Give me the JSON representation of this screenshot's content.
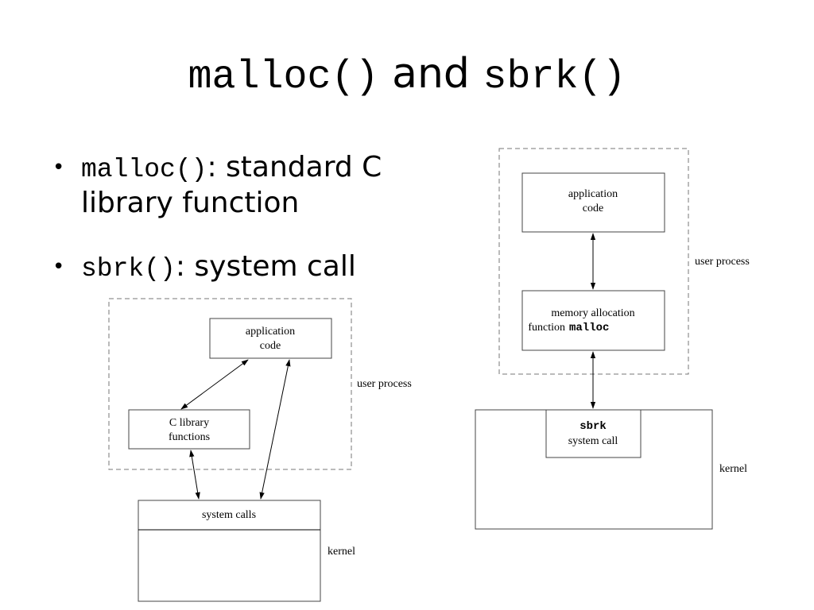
{
  "title": {
    "left_code": "malloc()",
    "middle_word": "and",
    "right_code": "sbrk()"
  },
  "bullets": [
    {
      "code": "malloc()",
      "separator": ":",
      "text": "standard C library function"
    },
    {
      "code": "sbrk()",
      "separator": ":",
      "text": "system call"
    }
  ],
  "diagram_left": {
    "application_code": [
      "application",
      "code"
    ],
    "c_library": [
      "C library",
      "functions"
    ],
    "system_calls": "system calls",
    "user_process_label": "user process",
    "kernel_label": "kernel"
  },
  "diagram_right": {
    "application_code": [
      "application",
      "code"
    ],
    "malloc_box": {
      "line1": "memory allocation",
      "line2_text": "function",
      "line2_code": "malloc"
    },
    "sbrk_box": {
      "code": "sbrk",
      "text": "system call"
    },
    "user_process_label": "user process",
    "kernel_label": "kernel"
  }
}
